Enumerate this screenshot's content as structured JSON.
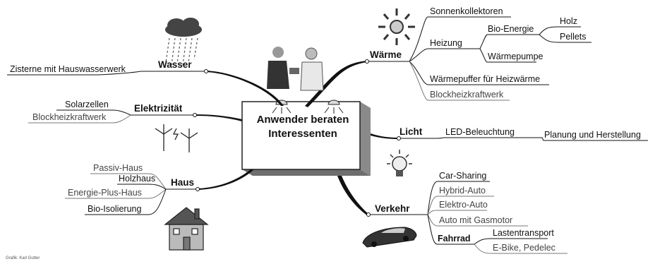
{
  "center": {
    "line1": "Anwender beraten",
    "line2": "Interessenten"
  },
  "branches": {
    "waerme": "Wärme",
    "wasser": "Wasser",
    "elektrizitaet": "Elektrizität",
    "licht": "Licht",
    "haus": "Haus",
    "verkehr": "Verkehr"
  },
  "waerme": {
    "sonnenkollektoren": "Sonnenkollektoren",
    "heizung": "Heizung",
    "bio_energie": "Bio-Energie",
    "holz": "Holz",
    "pellets": "Pellets",
    "waermepumpe": "Wärmepumpe",
    "waermepuffer": "Wärmepuffer für Heizwärme",
    "blockheizkraftwerk": "Blockheizkraftwerk"
  },
  "wasser": {
    "zisterne": "Zisterne mit Hauswasserwerk"
  },
  "elektrizitaet": {
    "solarzellen": "Solarzellen",
    "blockheizkraftwerk": "Blockheizkraftwerk"
  },
  "licht": {
    "led": "LED-Beleuchtung",
    "planung": "Planung und Herstellung"
  },
  "haus": {
    "passiv": "Passiv-Haus",
    "holzhaus": "Holzhaus",
    "energie_plus": "Energie-Plus-Haus",
    "bio_isolierung": "Bio-Isolierung"
  },
  "verkehr": {
    "car_sharing": "Car-Sharing",
    "hybrid": "Hybrid-Auto",
    "elektro": "Elektro-Auto",
    "gasmotor": "Auto mit Gasmotor",
    "fahrrad": "Fahrrad",
    "lastentransport": "Lastentransport",
    "ebike": "E-Bike, Pedelec"
  },
  "credit": "Grafik: Karl Gutter",
  "icons": [
    "sun-icon",
    "rain-cloud-icon",
    "people-icon",
    "lamp-icon",
    "wind-turbine-icon",
    "light-bulb-icon",
    "house-icon",
    "car-icon"
  ]
}
